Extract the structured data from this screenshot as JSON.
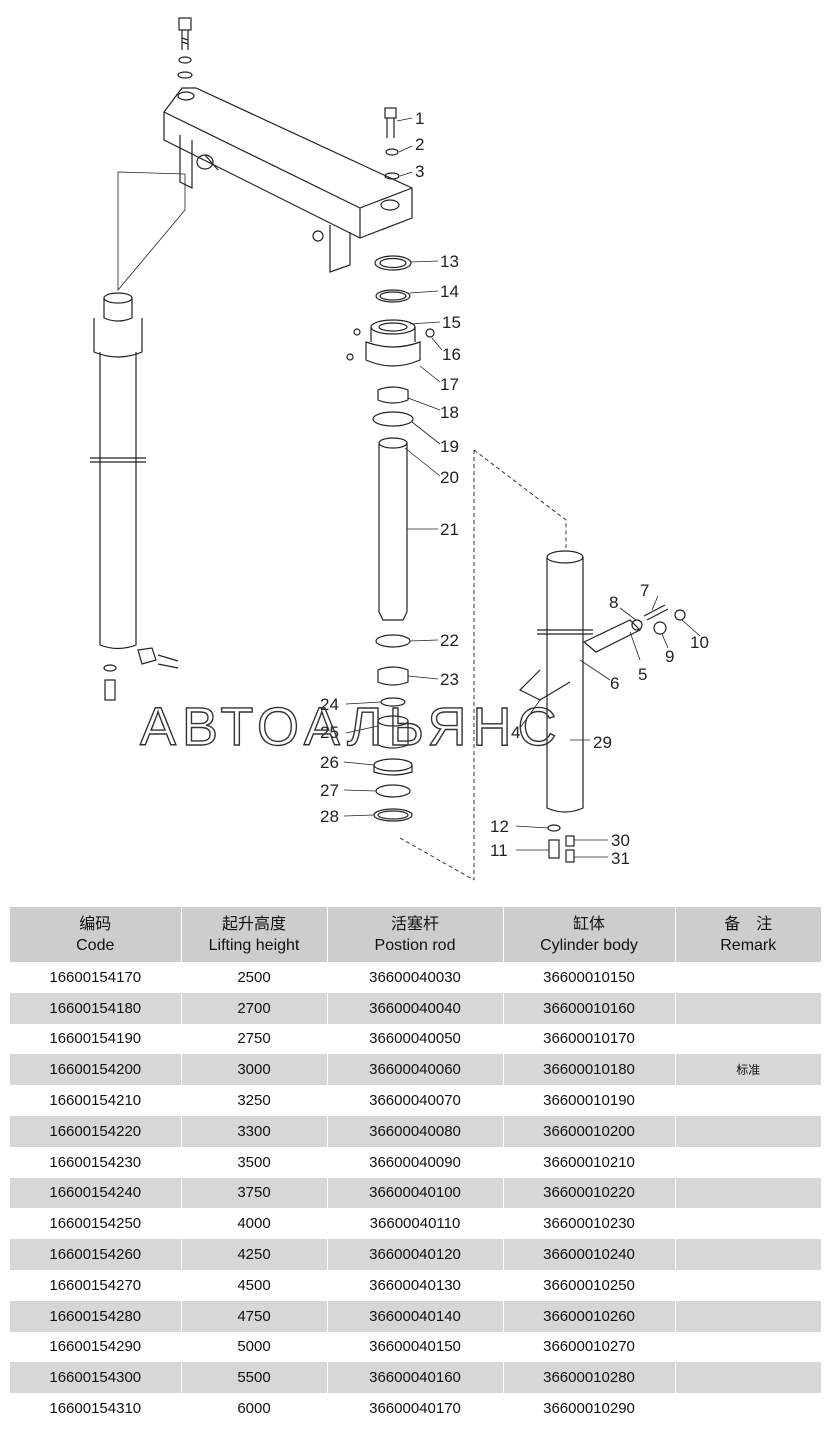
{
  "diagram": {
    "watermark": "АВТОАЛЬЯНС",
    "callouts": [
      "1",
      "2",
      "3",
      "4",
      "5",
      "6",
      "7",
      "8",
      "9",
      "10",
      "11",
      "12",
      "13",
      "14",
      "15",
      "16",
      "17",
      "18",
      "19",
      "20",
      "21",
      "22",
      "23",
      "24",
      "25",
      "26",
      "27",
      "28",
      "29",
      "30",
      "31"
    ]
  },
  "table": {
    "headers": [
      {
        "zh": "编码",
        "en": "Code"
      },
      {
        "zh": "起升高度",
        "en": "Lifting height"
      },
      {
        "zh": "活塞杆",
        "en": "Postion rod"
      },
      {
        "zh": "缸体",
        "en": "Cylinder body"
      },
      {
        "zh": "备　注",
        "en": "Remark"
      }
    ],
    "rows": [
      [
        "16600154170",
        "2500",
        "36600040030",
        "36600010150",
        ""
      ],
      [
        "16600154180",
        "2700",
        "36600040040",
        "36600010160",
        ""
      ],
      [
        "16600154190",
        "2750",
        "36600040050",
        "36600010170",
        ""
      ],
      [
        "16600154200",
        "3000",
        "36600040060",
        "36600010180",
        "标准"
      ],
      [
        "16600154210",
        "3250",
        "36600040070",
        "36600010190",
        ""
      ],
      [
        "16600154220",
        "3300",
        "36600040080",
        "36600010200",
        ""
      ],
      [
        "16600154230",
        "3500",
        "36600040090",
        "36600010210",
        ""
      ],
      [
        "16600154240",
        "3750",
        "36600040100",
        "36600010220",
        ""
      ],
      [
        "16600154250",
        "4000",
        "36600040110",
        "36600010230",
        ""
      ],
      [
        "16600154260",
        "4250",
        "36600040120",
        "36600010240",
        ""
      ],
      [
        "16600154270",
        "4500",
        "36600040130",
        "36600010250",
        ""
      ],
      [
        "16600154280",
        "4750",
        "36600040140",
        "36600010260",
        ""
      ],
      [
        "16600154290",
        "5000",
        "36600040150",
        "36600010270",
        ""
      ],
      [
        "16600154300",
        "5500",
        "36600040160",
        "36600010280",
        ""
      ],
      [
        "16600154310",
        "6000",
        "36600040170",
        "36600010290",
        ""
      ]
    ]
  }
}
